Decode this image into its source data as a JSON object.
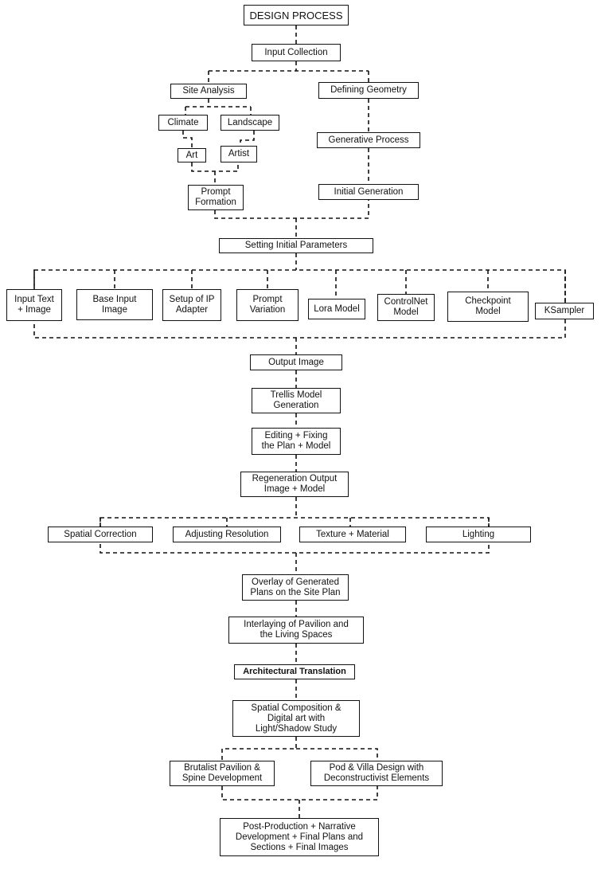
{
  "nodes": {
    "design_process": "DESIGN PROCESS",
    "input_collection": "Input Collection",
    "site_analysis": "Site Analysis",
    "defining_geometry": "Defining Geometry",
    "climate": "Climate",
    "landscape": "Landscape",
    "art": "Art",
    "artist": "Artist",
    "generative_process": "Generative Process",
    "prompt_formation": "Prompt\nFormation",
    "initial_generation": "Initial Generation",
    "setting_initial_parameters": "Setting Initial Parameters",
    "input_text_image": "Input Text\n+ Image",
    "base_input_image": "Base Input\nImage",
    "setup_ip_adapter": "Setup of IP\nAdapter",
    "prompt_variation": "Prompt\nVariation",
    "lora_model": "Lora Model",
    "controlnet_model": "ControlNet\nModel",
    "checkpoint_model": "Checkpoint\nModel",
    "ksampler": "KSampler",
    "output_image": "Output Image",
    "trellis_model_generation": "Trellis Model\nGeneration",
    "editing_fixing": "Editing + Fixing\nthe Plan + Model",
    "regeneration_output": "Regeneration Output\nImage + Model",
    "spatial_correction": "Spatial Correction",
    "adjusting_resolution": "Adjusting Resolution",
    "texture_material": "Texture + Material",
    "lighting": "Lighting",
    "overlay_generated_plans": "Overlay of Generated\nPlans on the Site Plan",
    "interlaying_pavilion": "Interlaying of Pavilion and\nthe Living Spaces",
    "architectural_translation": "Architectural Translation",
    "spatial_composition": "Spatial Composition &\nDigital art with\nLight/Shadow Study",
    "brutalist_pavilion": "Brutalist Pavilion &\nSpine Development",
    "pod_villa_design": "Pod & Villa Design with\nDeconstructivist Elements",
    "post_production": "Post-Production + Narrative\nDevelopment  + Final Plans and\nSections + Final Images"
  },
  "colors": {
    "line": "#111111",
    "box_border": "#111111",
    "background": "#ffffff"
  }
}
